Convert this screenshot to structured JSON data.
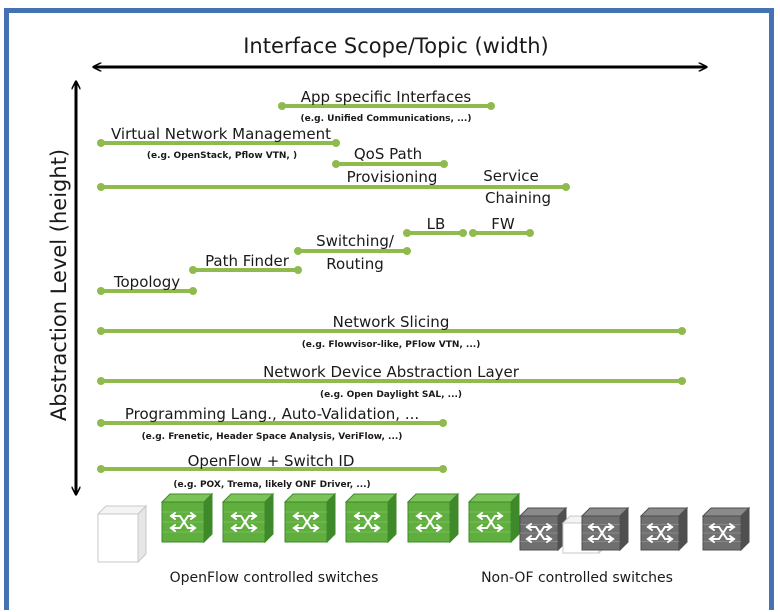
{
  "axes": {
    "width_label": "Interface Scope/Topic (width)",
    "height_label": "Abstraction Level (height)"
  },
  "colors": {
    "frame": "#4472b2",
    "bar": "#8fbb4e",
    "of_switch": "#5fae3e",
    "nonof_switch": "#6f6f6f"
  },
  "bars": {
    "app_specific": {
      "label": "App specific Interfaces",
      "sub": "(e.g. Unified Communications, ...)"
    },
    "virtual_network_mgmt": {
      "label": "Virtual Network Management",
      "sub": "(e.g. OpenStack, Pflow VTN, )"
    },
    "qos_path": {
      "label_line1": "QoS Path",
      "label_line2": "Provisioning"
    },
    "service_chaining": {
      "label_line1": "Service",
      "label_line2": "Chaining"
    },
    "lb": {
      "label": "LB"
    },
    "fw": {
      "label": "FW"
    },
    "switching_routing": {
      "label_line1": "Switching/",
      "label_line2": "Routing"
    },
    "path_finder": {
      "label": "Path Finder"
    },
    "topology": {
      "label": "Topology"
    },
    "network_slicing": {
      "label": "Network Slicing",
      "sub": "(e.g. Flowvisor-like, PFlow VTN, ...)"
    },
    "device_abstraction": {
      "label": "Network Device Abstraction Layer",
      "sub": "(e.g. Open Daylight SAL, ...)"
    },
    "programming_lang": {
      "label": "Programming Lang., Auto-Validation, ...",
      "sub": "(e.g. Frenetic, Header Space Analysis, VeriFlow, ...)"
    },
    "openflow_switch_id": {
      "label": "OpenFlow + Switch ID",
      "sub": "(e.g. POX, Trema, likely ONF Driver, ...)"
    }
  },
  "switches": {
    "openflow_caption": "OpenFlow controlled switches",
    "nonof_caption": "Non-OF controlled switches"
  }
}
